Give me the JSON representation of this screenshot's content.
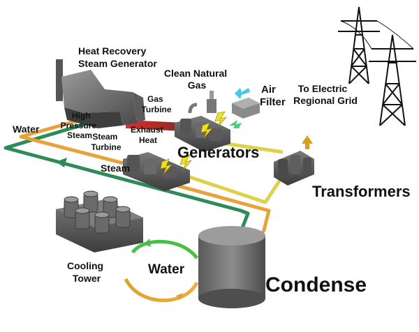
{
  "labels": {
    "hrsg": [
      "Heat Recovery",
      "Steam Generator"
    ],
    "gas": [
      "Clean Natural",
      "Gas"
    ],
    "air_filter": [
      "Air",
      "Filter"
    ],
    "grid": [
      "To Electric",
      "Regional Grid"
    ],
    "gas_turbine": [
      "Gas",
      "Turbine"
    ],
    "high_pressure": [
      "High",
      "Pressure",
      "Steam"
    ],
    "steam_turbine": [
      "Steam",
      "Turbine"
    ],
    "exhaust": [
      "Exhaust",
      "Heat"
    ],
    "water_left": "Water",
    "steam": "Steam",
    "generators": "Generators",
    "transformers": "Transformers",
    "cooling_tower": [
      "Cooling",
      "Tower"
    ],
    "water_loop": "Water",
    "condense": "Condense"
  },
  "colors": {
    "water": "#2e8b57",
    "steam": "#e8a23a",
    "exhaust": "#c8282a",
    "power": "#e0d048",
    "air": "#48c8e8",
    "lightning": "#f0e020",
    "machine": "#6e6e6e"
  }
}
